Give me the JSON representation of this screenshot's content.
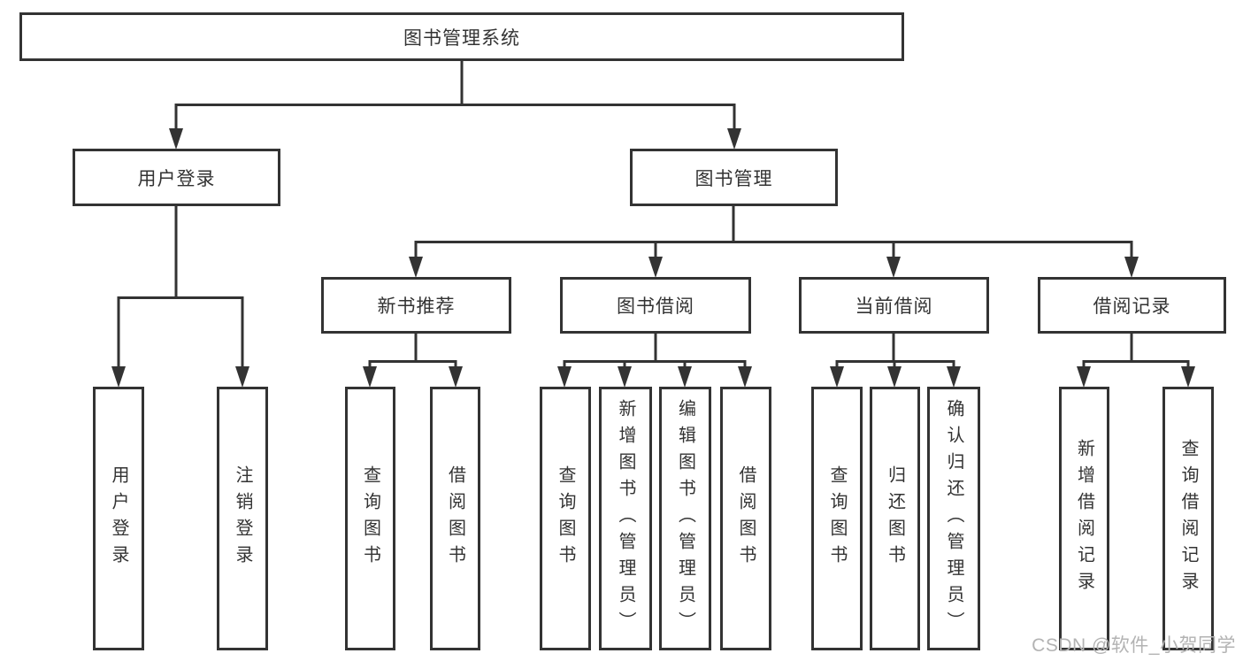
{
  "diagram": {
    "root": "图书管理系统",
    "level2": [
      "用户登录",
      "图书管理"
    ],
    "level3": [
      "新书推荐",
      "图书借阅",
      "当前借阅",
      "借阅记录"
    ],
    "level4": [
      "用户登录",
      "注销登录",
      "查询图书",
      "借阅图书",
      "查询图书",
      "新增图书（管理员）",
      "编辑图书（管理员）",
      "借阅图书",
      "查询图书",
      "归还图书",
      "确认归还（管理员）",
      "新增借阅记录",
      "查询借阅记录"
    ],
    "watermark": "CSDN @软件_小贺同学",
    "colors": {
      "line": "#333333",
      "text": "#333333",
      "box_background": "#ffffff",
      "watermark": "#b3b3b3",
      "background": "#ffffff"
    }
  }
}
